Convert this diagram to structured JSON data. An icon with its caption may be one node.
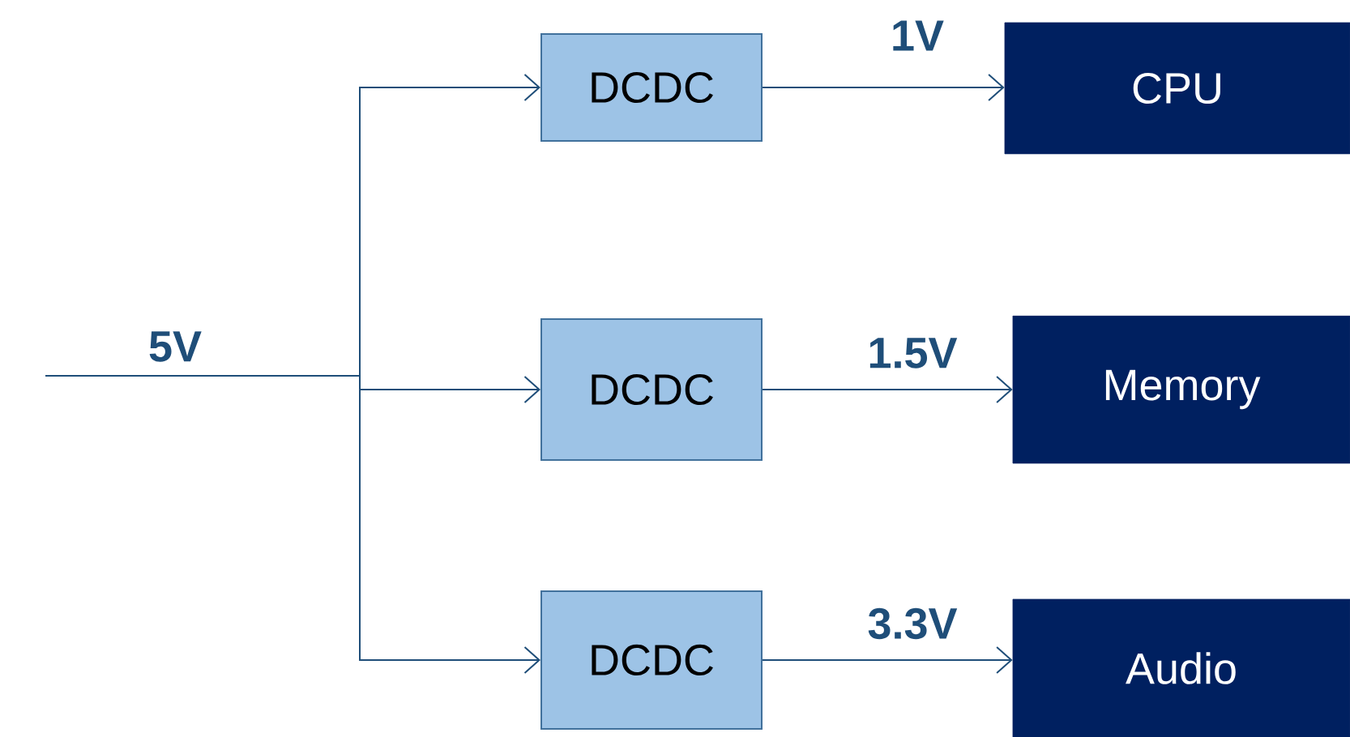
{
  "diagram": {
    "nodes": [
      {
        "text": [
          "DCDC"
        ]
      },
      {
        "text": [
          "CPU"
        ]
      },
      {
        "text": [
          "DCDC"
        ]
      },
      {
        "text": [
          "Memory"
        ]
      },
      {
        "text": [
          "DCDC"
        ]
      },
      {
        "text": [
          "Audio"
        ]
      }
    ],
    "edges": [
      {
        "from": null,
        "to": 0,
        "arrow": "to"
      },
      {
        "from": null,
        "to": 2,
        "arrow": "to",
        "label": "5V"
      },
      {
        "from": null,
        "to": 4,
        "arrow": "to"
      },
      {
        "from": 0,
        "to": 1,
        "arrow": "to",
        "label": "1V"
      },
      {
        "from": 2,
        "to": 3,
        "arrow": "to",
        "label": "1.5V"
      },
      {
        "from": 4,
        "to": 5,
        "arrow": "to",
        "label": "3.3V"
      }
    ]
  }
}
